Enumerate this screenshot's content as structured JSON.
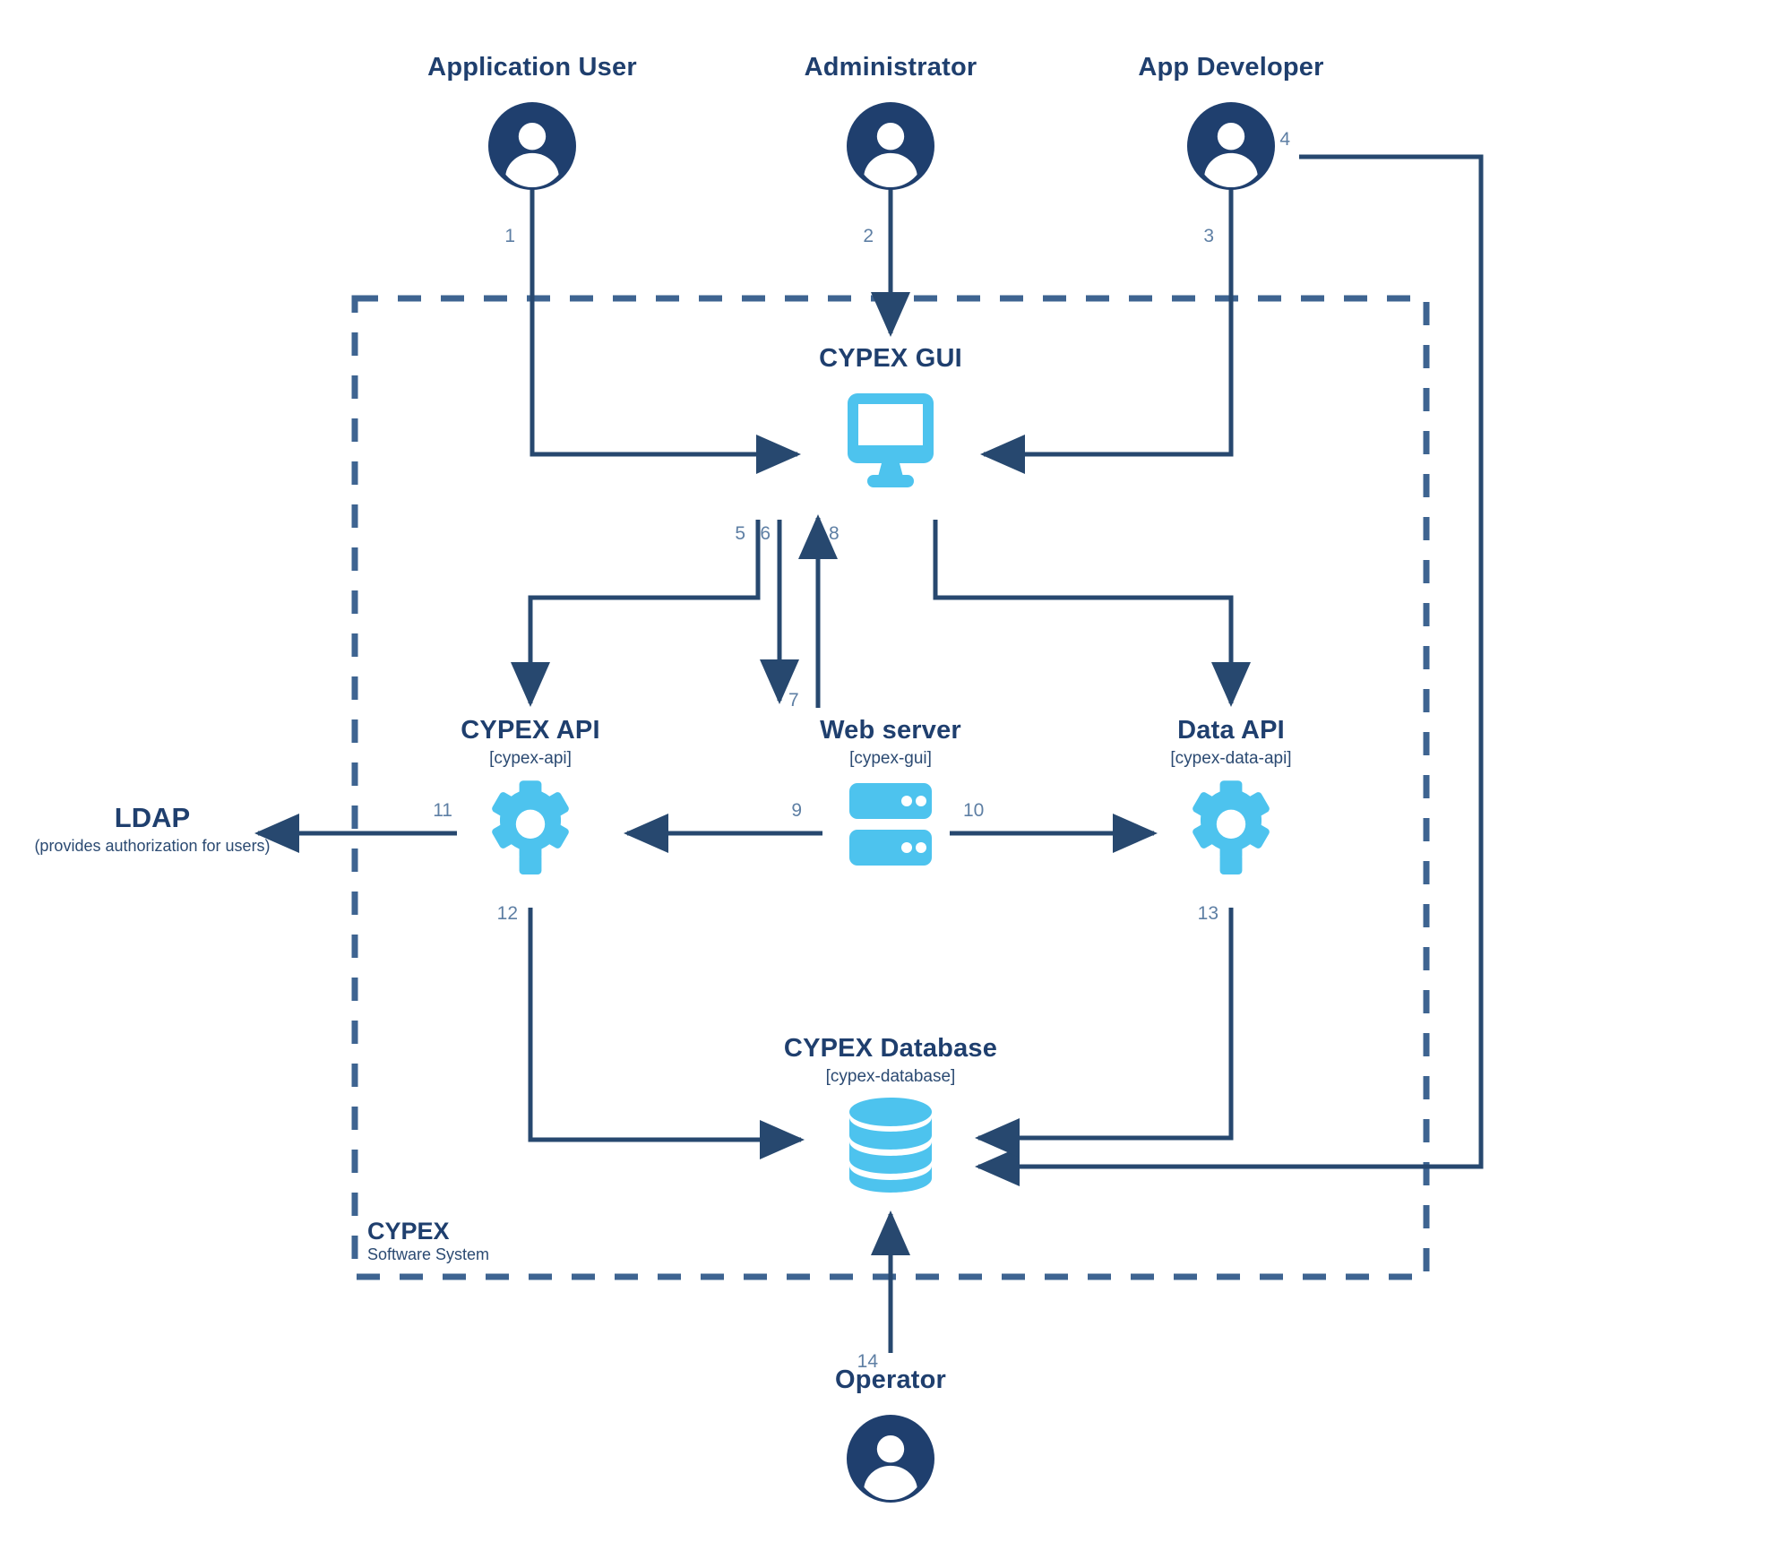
{
  "diagram": {
    "type": "architecture-container-diagram",
    "title_visible": false,
    "colors": {
      "navy": "#1F3F6E",
      "line_navy": "#27486F",
      "light_blue": "#4DC3EE",
      "boundary_dashed": "#3E6491",
      "flow_label": "#5E7FA4",
      "background": "#FFFFFF"
    }
  },
  "actors": {
    "application_user": {
      "label": "Application User"
    },
    "administrator": {
      "label": "Administrator"
    },
    "app_developer": {
      "label": "App Developer"
    },
    "operator": {
      "label": "Operator"
    }
  },
  "external": {
    "ldap": {
      "label": "LDAP",
      "sublabel": "(provides authorization for users)"
    }
  },
  "boundary": {
    "label": "CYPEX",
    "sublabel": "Software System"
  },
  "containers": {
    "cypex_gui": {
      "label": "CYPEX GUI",
      "tech": "",
      "icon": "monitor-icon"
    },
    "cypex_api": {
      "label": "CYPEX API",
      "tech": "[cypex-api]",
      "icon": "gear-icon"
    },
    "web_server": {
      "label": "Web server",
      "tech": "[cypex-gui]",
      "icon": "server-icon"
    },
    "data_api": {
      "label": "Data API",
      "tech": "[cypex-data-api]",
      "icon": "gear-icon"
    },
    "cypex_database": {
      "label": "CYPEX Database",
      "tech": "[cypex-database]",
      "icon": "database-icon"
    }
  },
  "flows": [
    {
      "id": "1",
      "label": "1",
      "from": "Application User",
      "to": "CYPEX GUI"
    },
    {
      "id": "2",
      "label": "2",
      "from": "Administrator",
      "to": "CYPEX GUI"
    },
    {
      "id": "3",
      "label": "3",
      "from": "App Developer",
      "to": "CYPEX GUI"
    },
    {
      "id": "4",
      "label": "4",
      "from": "App Developer",
      "to": "CYPEX Database"
    },
    {
      "id": "5",
      "label": "5",
      "from": "CYPEX GUI",
      "to": "CYPEX API"
    },
    {
      "id": "6",
      "label": "6",
      "from": "CYPEX GUI",
      "to": "Web server"
    },
    {
      "id": "7",
      "label": "7",
      "from": "CYPEX GUI",
      "to": "Web server"
    },
    {
      "id": "8",
      "label": "8",
      "from": "Data API",
      "to": "CYPEX GUI"
    },
    {
      "id": "9",
      "label": "9",
      "from": "Web server",
      "to": "CYPEX API"
    },
    {
      "id": "10",
      "label": "10",
      "from": "Web server",
      "to": "Data API"
    },
    {
      "id": "11",
      "label": "11",
      "from": "CYPEX API",
      "to": "LDAP"
    },
    {
      "id": "12",
      "label": "12",
      "from": "CYPEX API",
      "to": "CYPEX Database"
    },
    {
      "id": "13",
      "label": "13",
      "from": "Data API",
      "to": "CYPEX Database"
    },
    {
      "id": "14",
      "label": "14",
      "from": "Operator",
      "to": "CYPEX Database"
    }
  ]
}
